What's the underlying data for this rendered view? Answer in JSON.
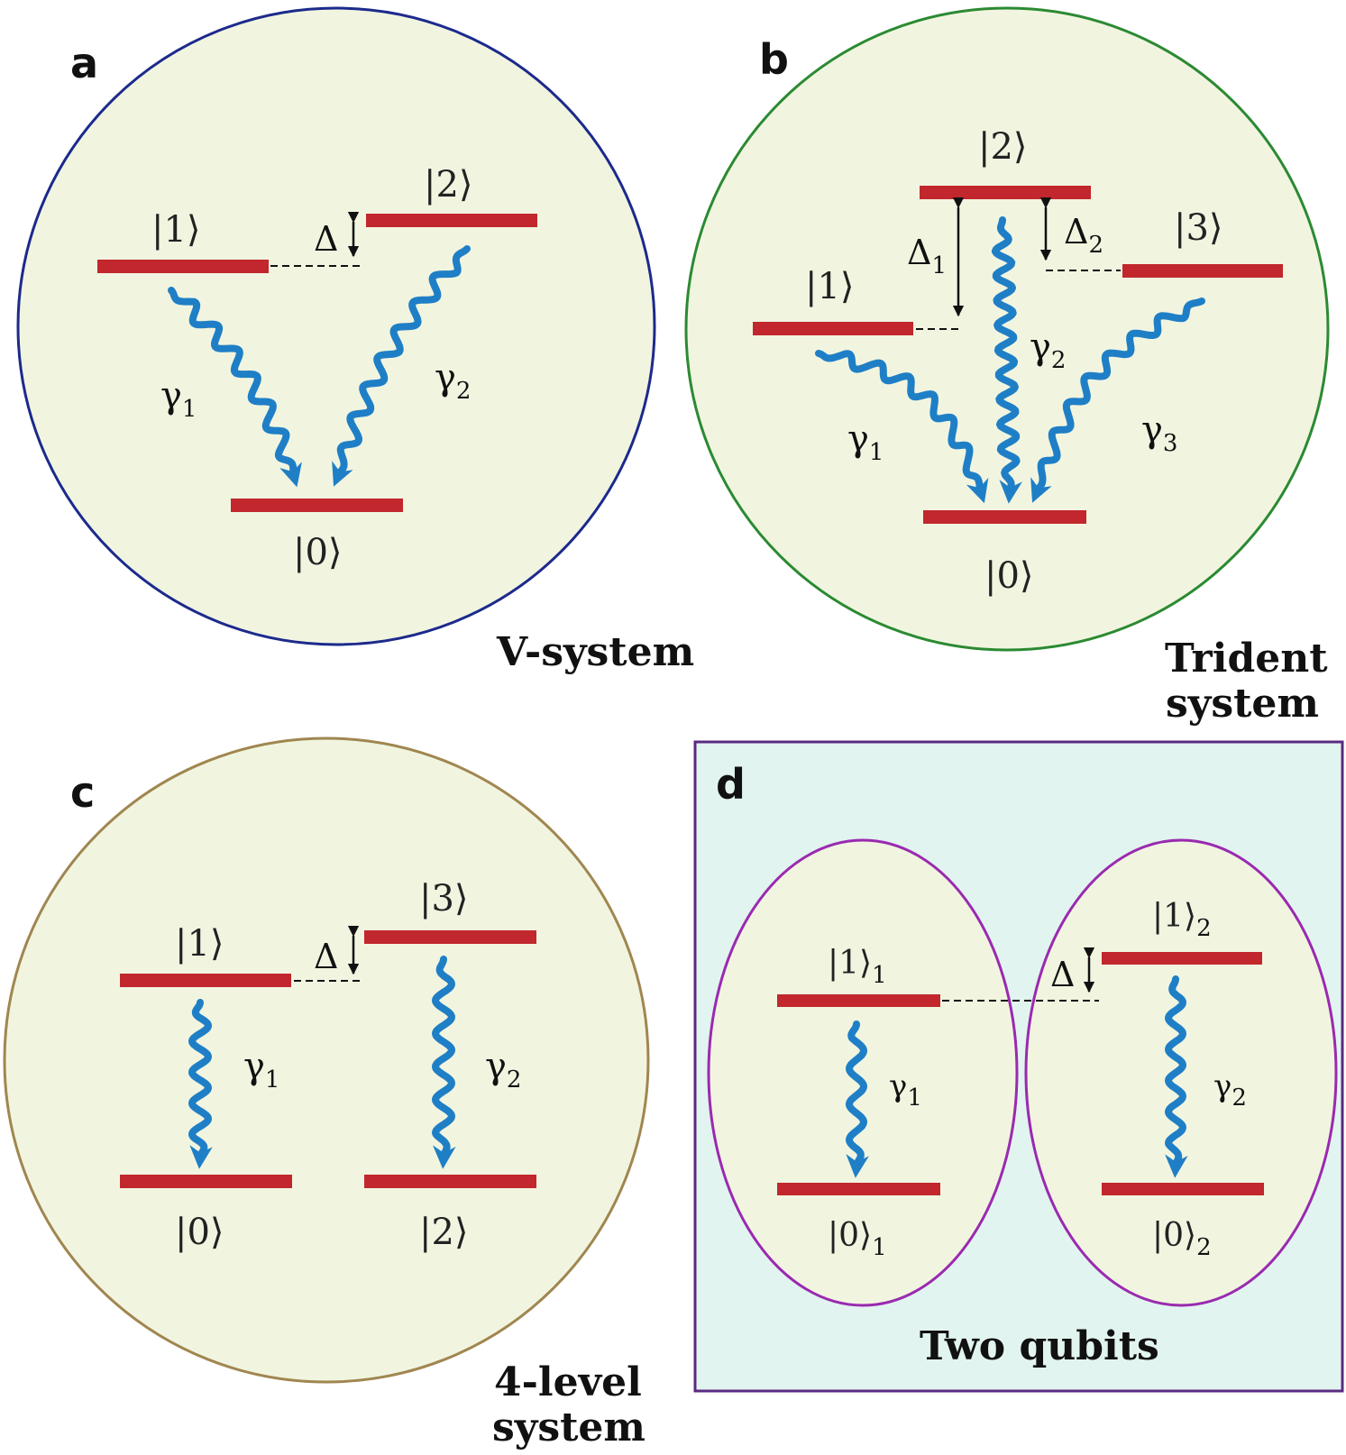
{
  "colors": {
    "level": "#c1272d",
    "arrow": "#1f7fc6",
    "circle_fill": "#f1f5e0",
    "panel_d_fill": "#e2f4ef",
    "circle_a": "#1c2a8c",
    "circle_b": "#2b8a32",
    "circle_c": "#a08650",
    "panel_d_border": "#5a2a82",
    "ellipse_d": "#9a2ab0"
  },
  "panels": {
    "a": {
      "label": "a",
      "caption": "V-system",
      "states": {
        "s0": "|0⟩",
        "s1": "|1⟩",
        "s2": "|2⟩"
      },
      "delta": "Δ",
      "gamma1": {
        "sym": "γ",
        "sub": "1"
      },
      "gamma2": {
        "sym": "γ",
        "sub": "2"
      }
    },
    "b": {
      "label": "b",
      "caption_line1": "Trident",
      "caption_line2": "system",
      "states": {
        "s0": "|0⟩",
        "s1": "|1⟩",
        "s2": "|2⟩",
        "s3": "|3⟩"
      },
      "delta1": {
        "sym": "Δ",
        "sub": "1"
      },
      "delta2": {
        "sym": "Δ",
        "sub": "2"
      },
      "gamma1": {
        "sym": "γ",
        "sub": "1"
      },
      "gamma2": {
        "sym": "γ",
        "sub": "2"
      },
      "gamma3": {
        "sym": "γ",
        "sub": "3"
      }
    },
    "c": {
      "label": "c",
      "caption_line1": "4-level",
      "caption_line2": "system",
      "states": {
        "s0": "|0⟩",
        "s1": "|1⟩",
        "s2": "|2⟩",
        "s3": "|3⟩"
      },
      "delta": "Δ",
      "gamma1": {
        "sym": "γ",
        "sub": "1"
      },
      "gamma2": {
        "sym": "γ",
        "sub": "2"
      }
    },
    "d": {
      "label": "d",
      "caption": "Two qubits",
      "states": {
        "q1_1": {
          "ket": "|1⟩",
          "sub": "1"
        },
        "q1_0": {
          "ket": "|0⟩",
          "sub": "1"
        },
        "q2_1": {
          "ket": "|1⟩",
          "sub": "2"
        },
        "q2_0": {
          "ket": "|0⟩",
          "sub": "2"
        }
      },
      "delta": "Δ",
      "gamma1": {
        "sym": "γ",
        "sub": "1"
      },
      "gamma2": {
        "sym": "γ",
        "sub": "2"
      }
    }
  }
}
